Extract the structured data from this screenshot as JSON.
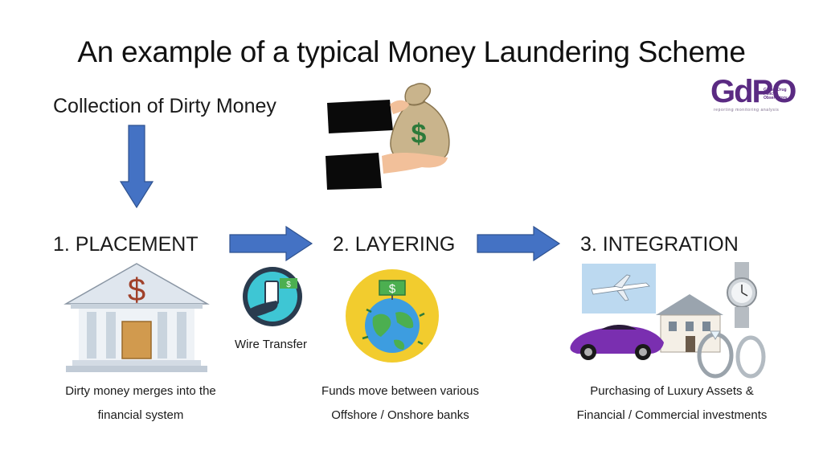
{
  "title": "An example of a typical Money Laundering Scheme",
  "collection_label": "Collection of Dirty Money",
  "logo": {
    "letters": "GdPO",
    "organization": "Global Drug Policy Observatory",
    "tagline": "reporting monitoring analysis",
    "color": "#5a2a82"
  },
  "stages": [
    {
      "label": "1. PLACEMENT",
      "caption_line1": "Dirty money merges into the",
      "caption_line2": "financial system"
    },
    {
      "label": "2. LAYERING",
      "caption_line1": "Funds move between various",
      "caption_line2": "Offshore / Onshore banks"
    },
    {
      "label": "3. INTEGRATION",
      "caption_line1": "Purchasing of Luxury Assets &",
      "caption_line2": "Financial / Commercial investments"
    }
  ],
  "wire_transfer_label": "Wire Transfer",
  "colors": {
    "arrow": "#4472c4",
    "arrow_edge": "#2f528f"
  },
  "icons": [
    "money-bag-handoff-icon",
    "bank-icon",
    "wire-transfer-icon",
    "globe-money-icon",
    "luxury-assets-icon"
  ]
}
